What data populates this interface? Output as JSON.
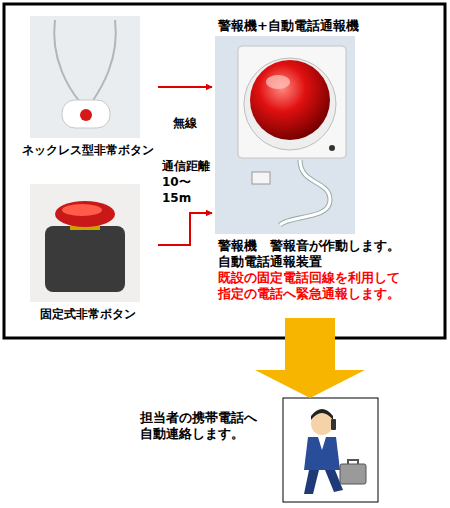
{
  "diagram": {
    "nodes": [
      {
        "text": [
          "ネックレス型非常ボタン"
        ]
      },
      {
        "text": [
          "固定式非常ボタン"
        ]
      },
      {
        "text": [
          "警報機+自動電話通報機",
          "警報機　警報音が作動します。",
          "自動電話通報装置",
          "既設の固定電話回線を利用して 指定の電話へ緊急通報します。"
        ]
      },
      {
        "text": [
          "担当者の携帯電話へ 自動連絡します。"
        ]
      }
    ],
    "edges": [
      {
        "from": 0,
        "to": 2,
        "arrow": "to",
        "label": "無線"
      },
      {
        "from": 1,
        "to": 2,
        "arrow": "to"
      },
      {
        "from": 2,
        "to": 3,
        "arrow": "to"
      }
    ],
    "labels": [
      "通信距離 10〜15m"
    ]
  }
}
